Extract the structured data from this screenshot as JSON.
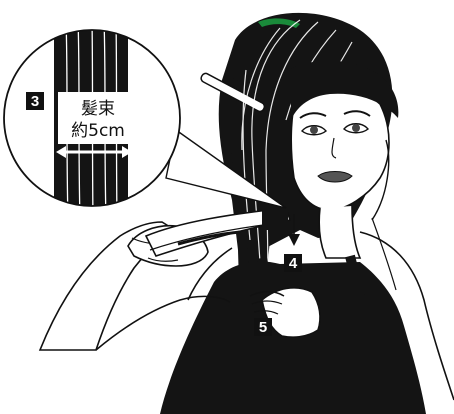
{
  "callout": {
    "label_line1": "髪束",
    "label_line2": "約5cm"
  },
  "steps": {
    "three": "3",
    "four": "4",
    "five": "5"
  },
  "colors": {
    "ink": "#111111",
    "hair": "#141414",
    "strand_line": "#ffffff",
    "skin": "#ffffff",
    "clip_accent": "#1a8a3a"
  },
  "icons": {
    "step_badge": "filled-square-number",
    "direction": "down-arrow"
  }
}
